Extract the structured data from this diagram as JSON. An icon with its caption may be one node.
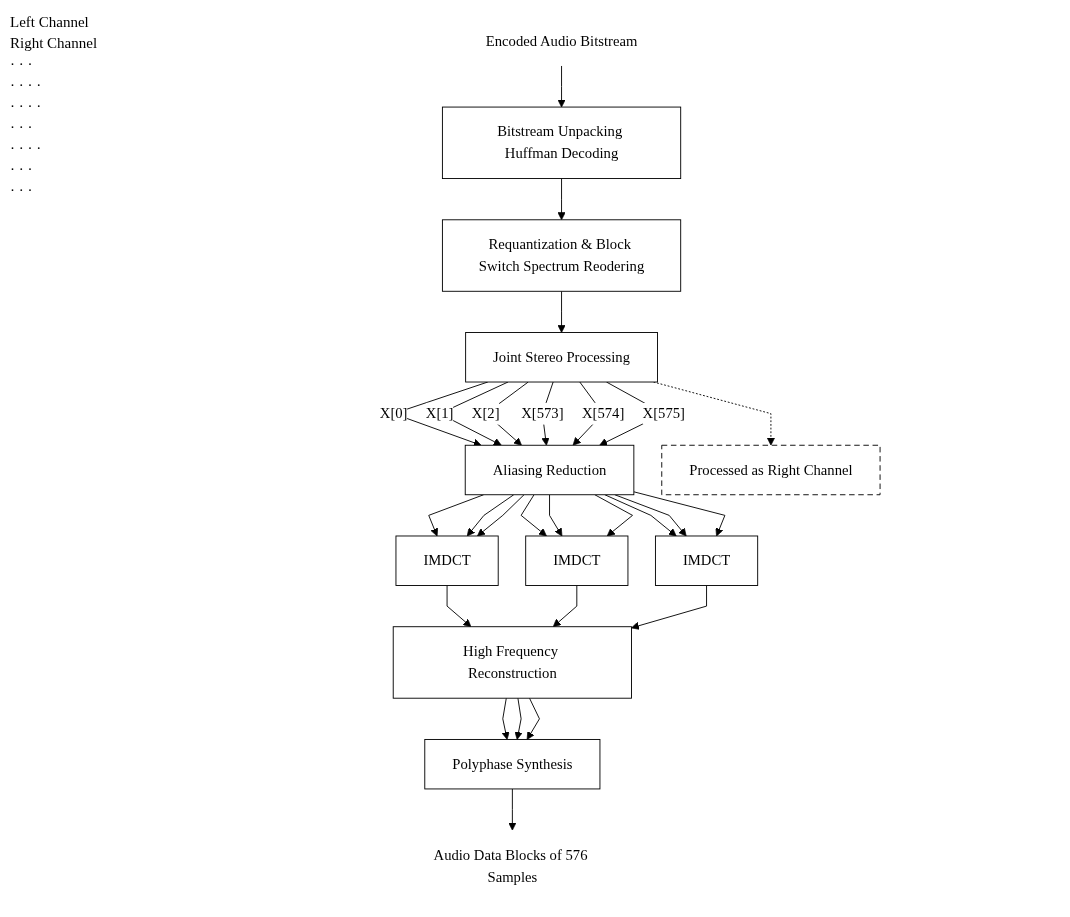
{
  "diagram": {
    "nodes": [
      {
        "text": [
          "Encoded Audio Bitstream"
        ]
      },
      {
        "text": [
          "Bitstream Unpacking Huffman Decoding"
        ]
      },
      {
        "text": [
          "Requantization & Block Switch Spectrum Reodering"
        ]
      },
      {
        "text": [
          "Joint Stereo Processing"
        ]
      },
      {
        "text": [
          "Aliasing Reduction"
        ]
      },
      {
        "text": [
          "IMDCT"
        ]
      },
      {
        "text": [
          "IMDCT"
        ]
      },
      {
        "text": [
          "IMDCT"
        ]
      },
      {
        "text": [
          "High Frequency Reconstruction"
        ]
      },
      {
        "text": [
          "Polyphase Synthesis"
        ]
      },
      {
        "text": [
          "Audio Data Blocks of 576 Samples"
        ]
      },
      {
        "text": [
          "Processed as Right Channel"
        ]
      }
    ],
    "edges": [
      {
        "from": 0,
        "to": 1,
        "arrow": "to"
      },
      {
        "from": 1,
        "to": 2,
        "arrow": "to"
      },
      {
        "from": 2,
        "to": 3,
        "arrow": "to"
      },
      {
        "from": 3,
        "to": 4,
        "arrow": "to",
        "label": "X[0]"
      },
      {
        "from": 3,
        "to": 4,
        "arrow": "to",
        "label": "X[1]"
      },
      {
        "from": 3,
        "to": 4,
        "arrow": "to",
        "label": "X[2]"
      },
      {
        "from": 3,
        "to": 4,
        "arrow": "to",
        "label": "X[573]"
      },
      {
        "from": 3,
        "to": 4,
        "arrow": "to",
        "label": "X[574]"
      },
      {
        "from": 3,
        "to": 4,
        "arrow": "to",
        "label": "X[575]"
      },
      {
        "from": 4,
        "to": 5,
        "arrow": "to"
      },
      {
        "from": 4,
        "to": 5,
        "arrow": "to"
      },
      {
        "from": 4,
        "to": 5,
        "arrow": "to"
      },
      {
        "from": 4,
        "to": 6,
        "arrow": "to"
      },
      {
        "from": 4,
        "to": 6,
        "arrow": "to"
      },
      {
        "from": 4,
        "to": 6,
        "arrow": "to"
      },
      {
        "from": 4,
        "to": 7,
        "arrow": "to"
      },
      {
        "from": 4,
        "to": 7,
        "arrow": "to"
      },
      {
        "from": 4,
        "to": 7,
        "arrow": "to"
      },
      {
        "from": 5,
        "to": 8,
        "arrow": "to"
      },
      {
        "from": 6,
        "to": 8,
        "arrow": "to"
      },
      {
        "from": 7,
        "to": 8,
        "arrow": "to"
      },
      {
        "from": 8,
        "to": 9,
        "arrow": "to"
      },
      {
        "from": 8,
        "to": 9,
        "arrow": "to"
      },
      {
        "from": 8,
        "to": 9,
        "arrow": "to"
      },
      {
        "from": 9,
        "to": 10,
        "arrow": "to"
      },
      {
        "from": 3,
        "to": 11,
        "arrow": "to",
        "style": "dashed"
      }
    ],
    "labels": [
      "Left Channel",
      "Right Channel",
      "· · ·",
      "· · · ·",
      "· · · ·",
      "· · ·",
      "· · · ·",
      "· · ·",
      "· · ·"
    ]
  }
}
